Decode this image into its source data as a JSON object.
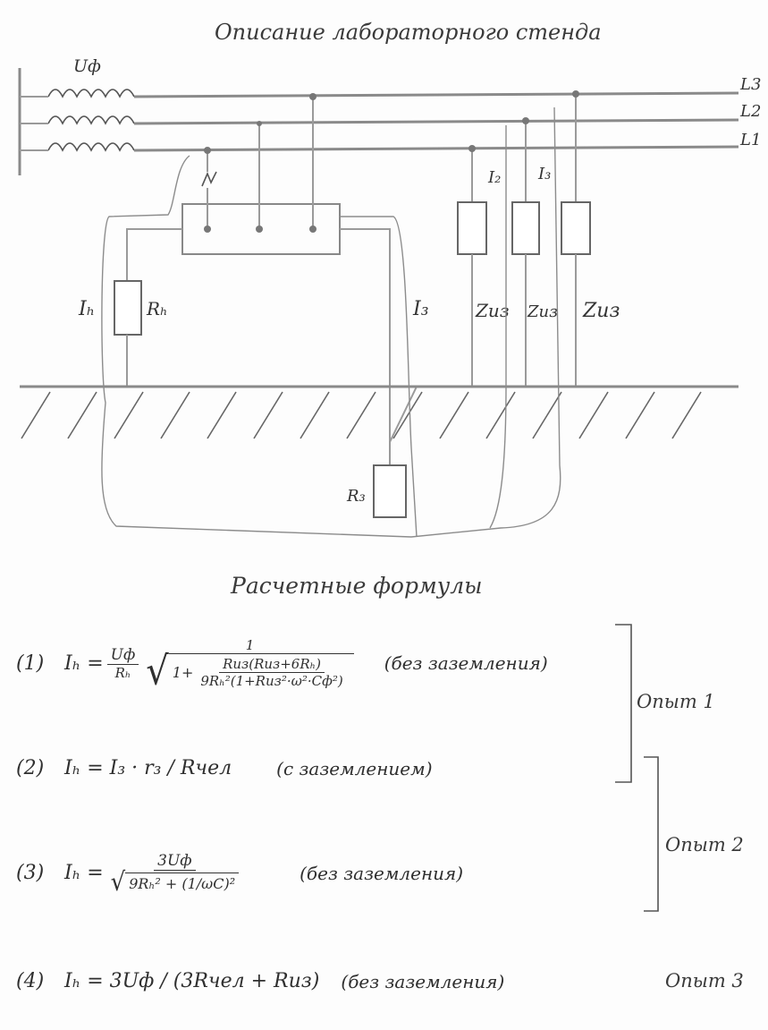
{
  "page_title": "Описание лабораторного стенда",
  "formulas_title": "Расчетные формулы",
  "lines": {
    "l1": "L1",
    "l2": "L2",
    "l3": "L3"
  },
  "labels": {
    "u_phase": "Uф",
    "i_h": "Iₕ",
    "r_h": "Rₕ",
    "i3": "I₃",
    "i2": "I₂",
    "i3_top": "I₃",
    "r3": "R₃",
    "z1": "Zиз",
    "z2": "Zиз",
    "z3": "Zиз"
  },
  "formulas": [
    {
      "num": "(1)",
      "lhs": "Iₕ =",
      "frac1_num": "Uф",
      "frac1_den": "Rₕ",
      "one": "1",
      "sqrt_lead": "1+",
      "inner_num": "Rиз(Rиз+6Rₕ)",
      "inner_den": "9Rₕ²(1+Rиз²·ω²·Cф²)",
      "note": "(без заземления)"
    },
    {
      "num": "(2)",
      "expr": "Iₕ = I₃ · r₃ / Rчел",
      "note": "(с заземлением)"
    },
    {
      "num": "(3)",
      "lhs": "Iₕ =",
      "frac_num": "3Uф",
      "den_expr": "9Rₕ² + (1/ωC)²",
      "note": "(без заземления)"
    },
    {
      "num": "(4)",
      "expr": "Iₕ = 3Uф / (3Rчел + Rиз)",
      "note": "(без заземления)"
    }
  ],
  "experiments": {
    "exp1": "Опыт 1",
    "exp2": "Опыт 2",
    "exp3": "Опыт 3"
  }
}
